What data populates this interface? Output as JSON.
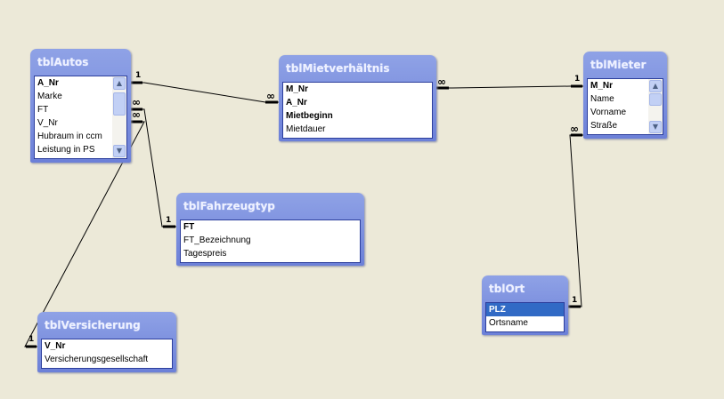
{
  "tables": {
    "autos": {
      "name": "tblAutos",
      "fields": [
        "A_Nr",
        "Marke",
        "FT",
        "V_Nr",
        "Hubraum in ccm",
        "Leistung in PS"
      ]
    },
    "mietverhaeltnis": {
      "name": "tblMietverhältnis",
      "fields": [
        "M_Nr",
        "A_Nr",
        "Mietbeginn",
        "Mietdauer"
      ]
    },
    "mieter": {
      "name": "tblMieter",
      "fields": [
        "M_Nr",
        "Name",
        "Vorname",
        "Straße"
      ]
    },
    "fahrzeugtyp": {
      "name": "tblFahrzeugtyp",
      "fields": [
        "FT",
        "FT_Bezeichnung",
        "Tagespreis"
      ]
    },
    "versicherung": {
      "name": "tblVersicherung",
      "fields": [
        "V_Nr",
        "Versicherungsgesellschaft"
      ]
    },
    "ort": {
      "name": "tblOrt",
      "fields": [
        "PLZ",
        "Ortsname"
      ]
    }
  },
  "cardinality": {
    "one": "1",
    "many": "∞"
  }
}
